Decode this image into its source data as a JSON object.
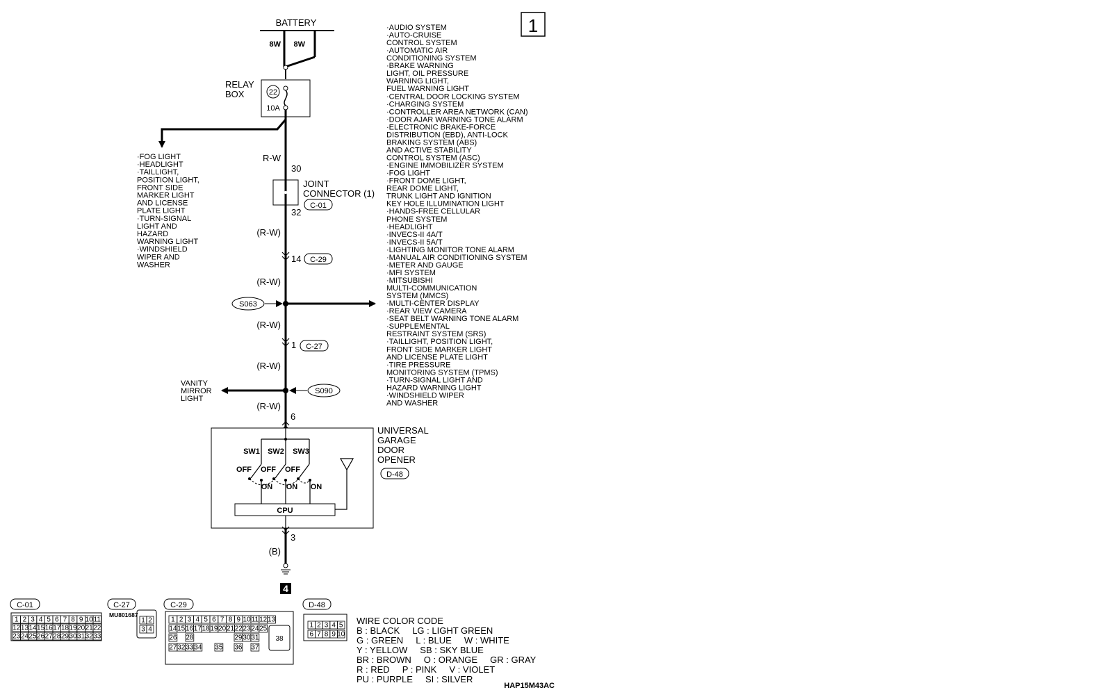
{
  "page_number": "1",
  "next_page": "4",
  "drawing_code": "HAP15M43AC",
  "battery": {
    "label": "BATTERY",
    "wire_left": "8W",
    "wire_right": "8W"
  },
  "relay_box": {
    "label": [
      "RELAY",
      "BOX"
    ],
    "fuse_number": "22",
    "fuse_rating": "10A"
  },
  "left_loads": [
    "·FOG LIGHT",
    "·HEADLIGHT",
    "·TAILLIGHT,",
    " POSITION LIGHT,",
    " FRONT SIDE",
    " MARKER LIGHT",
    " AND LICENSE",
    " PLATE LIGHT",
    "·TURN-SIGNAL",
    " LIGHT AND",
    " HAZARD",
    " WARNING LIGHT",
    "·WINDSHIELD",
    " WIPER AND",
    " WASHER"
  ],
  "right_loads": [
    "·AUDIO SYSTEM",
    "·AUTO-CRUISE",
    " CONTROL SYSTEM",
    "·AUTOMATIC AIR",
    " CONDITIONING SYSTEM",
    "·BRAKE WARNING",
    " LIGHT, OIL PRESSURE",
    " WARNING LIGHT,",
    " FUEL WARNING LIGHT",
    "·CENTRAL DOOR LOCKING SYSTEM",
    "·CHARGING SYSTEM",
    "·CONTROLLER AREA NETWORK (CAN)",
    "·DOOR AJAR WARNING TONE ALARM",
    "·ELECTRONIC BRAKE-FORCE",
    " DISTRIBUTION  (EBD), ANTI-LOCK",
    " BRAKING SYSTEM (ABS)",
    " AND ACTIVE STABILITY",
    " CONTROL SYSTEM (ASC)",
    "·ENGINE IMMOBILIZER SYSTEM",
    "·FOG LIGHT",
    "·FRONT DOME LIGHT,",
    " REAR DOME LIGHT,",
    " TRUNK LIGHT AND IGNITION",
    " KEY HOLE ILLUMINATION LIGHT",
    "·HANDS-FREE CELLULAR",
    " PHONE SYSTEM",
    "·HEADLIGHT",
    "·INVECS-II 4A/T",
    "·INVECS-II 5A/T",
    "·LIGHTING MONITOR TONE ALARM",
    "·MANUAL AIR CONDITIONING SYSTEM",
    "·METER AND GAUGE",
    "·MFI SYSTEM",
    "·MITSUBISHI",
    " MULTI-COMMUNICATION",
    " SYSTEM (MMCS)",
    "·MULTI-CENTER DISPLAY",
    "·REAR VIEW CAMERA",
    "·SEAT BELT WARNING TONE ALARM",
    "·SUPPLEMENTAL",
    " RESTRAINT SYSTEM (SRS)",
    "·TAILLIGHT, POSITION LIGHT,",
    " FRONT SIDE MARKER LIGHT",
    " AND LICENSE PLATE LIGHT",
    "·TIRE PRESSURE",
    " MONITORING SYSTEM (TPMS)",
    "·TURN-SIGNAL LIGHT AND",
    " HAZARD WARNING LIGHT",
    "·WINDSHIELD WIPER",
    " AND WASHER"
  ],
  "wires": {
    "rw": "R-W",
    "rw_p": "(R-W)",
    "b_p": "(B)"
  },
  "joint_connector": {
    "label": [
      "JOINT",
      "CONNECTOR (1)"
    ],
    "code": "C-01",
    "pin_in": "30",
    "pin_out": "32"
  },
  "c29_junction": {
    "pin": "14",
    "code": "C-29"
  },
  "c27_junction": {
    "pin": "1",
    "code": "C-27"
  },
  "splices": {
    "s063": "S063",
    "s090": "S090"
  },
  "vanity": [
    "VANITY",
    "MIRROR",
    "LIGHT"
  ],
  "garage_opener": {
    "label": [
      "UNIVERSAL",
      "GARAGE",
      "DOOR",
      "OPENER"
    ],
    "code": "D-48",
    "pin_in": "6",
    "pin_out": "3",
    "switches": [
      "SW1",
      "SW2",
      "SW3"
    ],
    "off": "OFF",
    "on": "ON",
    "cpu": "CPU"
  },
  "connectors": {
    "c01": {
      "code": "C-01",
      "row1": [
        "1",
        "2",
        "3",
        "4",
        "5",
        "6",
        "7",
        "8",
        "9",
        "10",
        "11"
      ],
      "row2": [
        "12",
        "13",
        "14",
        "15",
        "16",
        "17",
        "18",
        "19",
        "20",
        "21",
        "22"
      ],
      "row3": [
        "23",
        "24",
        "25",
        "26",
        "27",
        "28",
        "29",
        "30",
        "31",
        "32",
        "33"
      ]
    },
    "c27": {
      "code": "C-27",
      "part": "MU801687",
      "pins": [
        "1",
        "2",
        "3",
        "4"
      ]
    },
    "c29": {
      "code": "C-29",
      "row1": [
        "1",
        "2",
        "3",
        "4",
        "5",
        "6",
        "7",
        "8",
        "9",
        "10",
        "11",
        "12",
        "13"
      ],
      "row2": [
        "14",
        "15",
        "16",
        "17",
        "18",
        "19",
        "20",
        "21",
        "22",
        "23",
        "24",
        "25"
      ],
      "row3": [
        "26",
        "28",
        "29",
        "30",
        "31"
      ],
      "row4": [
        "27",
        "32",
        "33",
        "34",
        "35",
        "36",
        "37"
      ],
      "big": "38"
    },
    "d48": {
      "code": "D-48",
      "row1": [
        "1",
        "2",
        "3",
        "4",
        "5"
      ],
      "row2": [
        "6",
        "7",
        "8",
        "9",
        "10"
      ]
    }
  },
  "wire_color_code": {
    "title": "WIRE COLOR CODE",
    "lines": [
      "B : BLACK     LG : LIGHT GREEN",
      "G : GREEN     L : BLUE     W : WHITE",
      "Y : YELLOW     SB : SKY BLUE",
      "BR : BROWN     O : ORANGE     GR : GRAY",
      "R : RED     P : PINK     V : VIOLET",
      "PU : PURPLE     SI : SILVER"
    ]
  }
}
